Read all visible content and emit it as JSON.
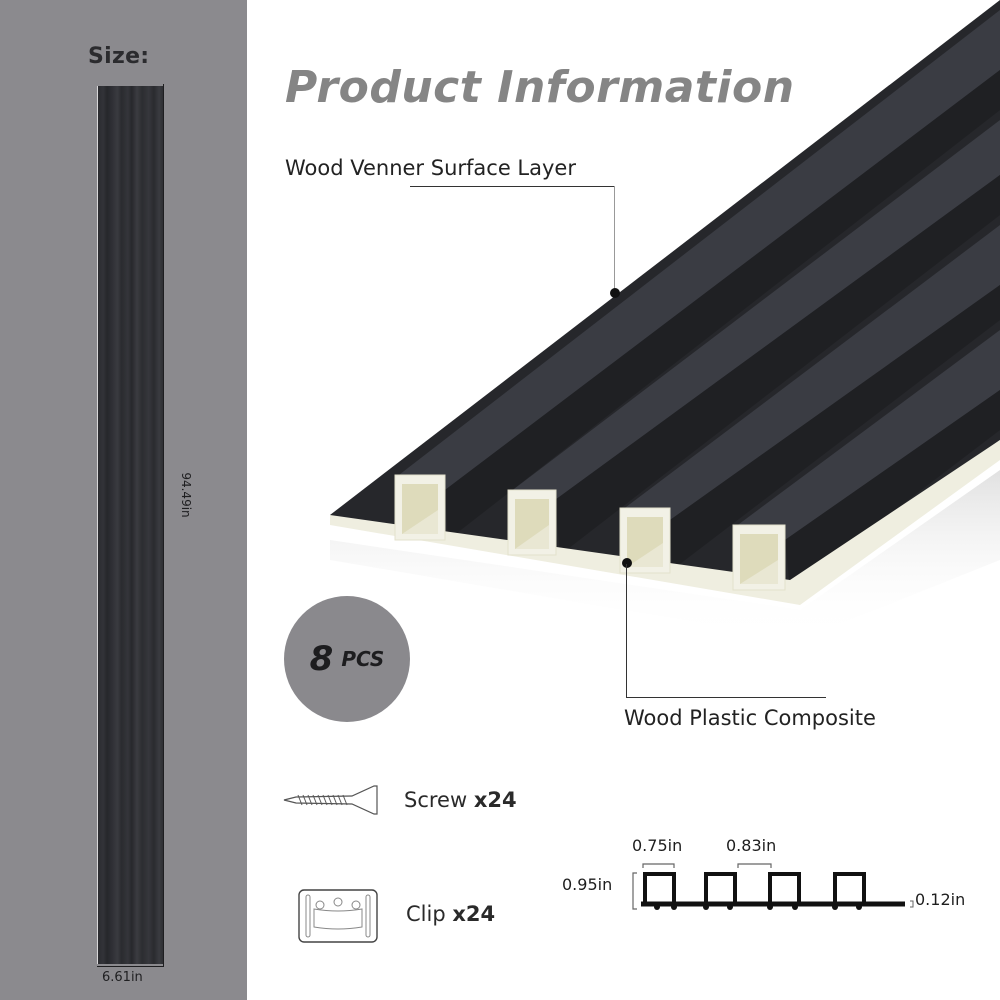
{
  "sidebar": {
    "size_label": "Size:",
    "height_dimension": "94.49in",
    "width_dimension": "6.61in",
    "background_color": "#8b8a8e"
  },
  "main": {
    "title": "Product Information",
    "callouts": {
      "surface_layer": "Wood Venner Surface Layer",
      "core_material": "Wood Plastic Composite"
    },
    "quantity_badge": {
      "number": "8",
      "unit": "PCS"
    },
    "accessories": [
      {
        "icon": "screw-icon",
        "name": "Screw",
        "quantity": "x24"
      },
      {
        "icon": "clip-icon",
        "name": "Clip",
        "quantity": "x24"
      }
    ],
    "profile_dimensions": {
      "slat_width": "0.75in",
      "gap_width": "0.83in",
      "total_height": "0.95in",
      "base_thickness": "0.12in"
    }
  },
  "colors": {
    "panel_dark": "#26272b",
    "panel_face": "#3a3c43",
    "core_cream": "#efeee0",
    "title_grey": "#858585"
  }
}
